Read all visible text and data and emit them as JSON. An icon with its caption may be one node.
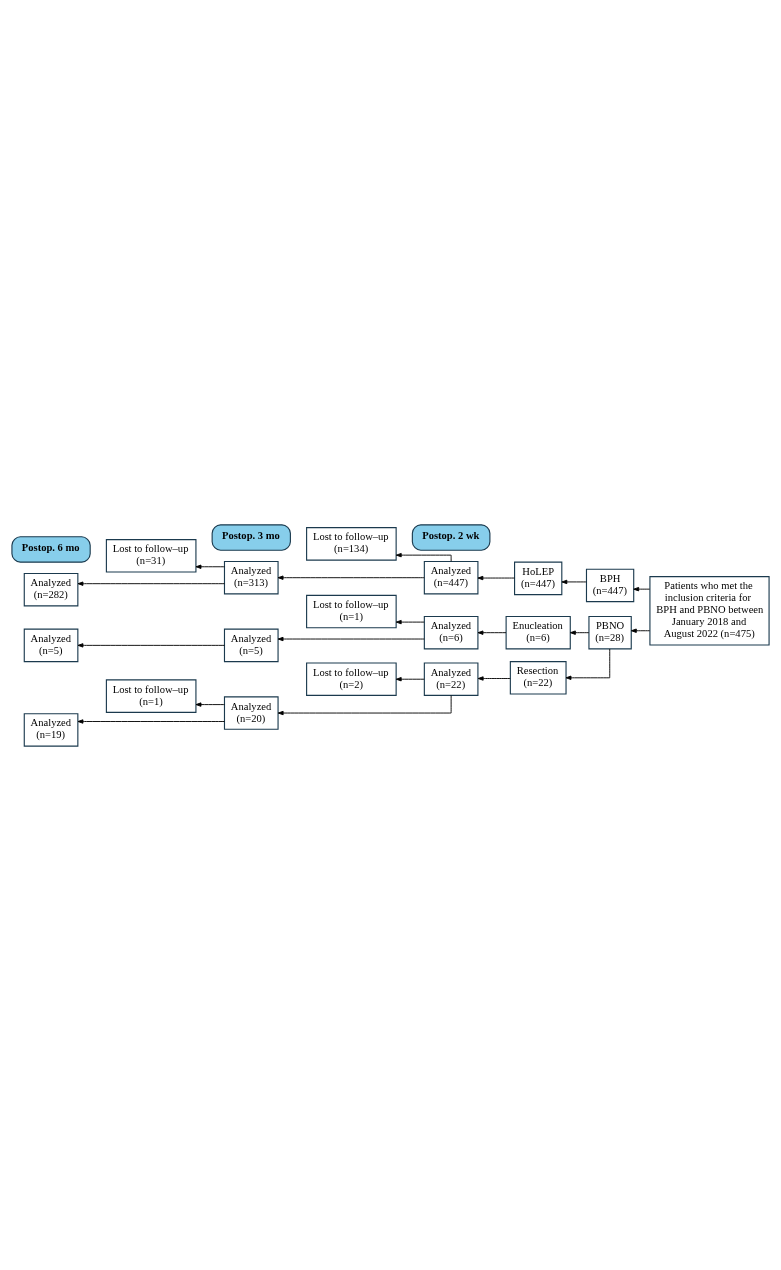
{
  "diagram": {
    "nodes": [
      {
        "text": [
          "Patients who met the inclusion criteria for BPH and PBNO between January 2018 and August 2022 (n=475)"
        ]
      },
      {
        "text": [
          "BPH (n=447)"
        ]
      },
      {
        "text": [
          "PBNO (n=28)"
        ]
      },
      {
        "text": [
          "HoLEP (n=447)"
        ]
      },
      {
        "text": [
          "Enucleation (n=6)"
        ]
      },
      {
        "text": [
          "Resection (n=22)"
        ]
      },
      {
        "text": [
          "Postop. 2 wk"
        ]
      },
      {
        "text": [
          "Analyzed (n=447)"
        ]
      },
      {
        "text": [
          "Analyzed (n=6)"
        ]
      },
      {
        "text": [
          "Analyzed (n=22)"
        ]
      },
      {
        "text": [
          "Lost to follow–up (n=134)"
        ]
      },
      {
        "text": [
          "Lost to follow–up (n=1)"
        ]
      },
      {
        "text": [
          "Lost to follow–up (n=2)"
        ]
      },
      {
        "text": [
          "Postop. 3 mo"
        ]
      },
      {
        "text": [
          "Analyzed (n=313)"
        ]
      },
      {
        "text": [
          "Analyzed (n=5)"
        ]
      },
      {
        "text": [
          "Analyzed (n=20)"
        ]
      },
      {
        "text": [
          "Lost to follow–up (n=31)"
        ]
      },
      {
        "text": [
          "Lost to follow–up (n=1)"
        ]
      },
      {
        "text": [
          "Postop. 6 mo"
        ]
      },
      {
        "text": [
          "Analyzed (n=282)"
        ]
      },
      {
        "text": [
          "Analyzed (n=5)"
        ]
      },
      {
        "text": [
          "Analyzed (n=19)"
        ]
      }
    ],
    "edges": [
      {
        "from": 0,
        "to": 1,
        "arrow": "to"
      },
      {
        "from": 0,
        "to": 2,
        "arrow": "to"
      },
      {
        "from": 1,
        "to": 3,
        "arrow": "to"
      },
      {
        "from": 2,
        "to": 4,
        "arrow": "to"
      },
      {
        "from": 2,
        "to": 5,
        "arrow": "to"
      },
      {
        "from": 3,
        "to": 7,
        "arrow": "to"
      },
      {
        "from": 4,
        "to": 8,
        "arrow": "to"
      },
      {
        "from": 5,
        "to": 9,
        "arrow": "to"
      },
      {
        "from": 7,
        "to": 14,
        "arrow": "to"
      },
      {
        "from": 7,
        "to": 10,
        "arrow": "to"
      },
      {
        "from": 8,
        "to": 15,
        "arrow": "to"
      },
      {
        "from": 8,
        "to": 11,
        "arrow": "to"
      },
      {
        "from": 9,
        "to": 16,
        "arrow": "to"
      },
      {
        "from": 9,
        "to": 12,
        "arrow": "to"
      },
      {
        "from": 14,
        "to": 20,
        "arrow": "to"
      },
      {
        "from": 14,
        "to": 17,
        "arrow": "to"
      },
      {
        "from": 15,
        "to": 21,
        "arrow": "to"
      },
      {
        "from": 16,
        "to": 22,
        "arrow": "to"
      },
      {
        "from": 16,
        "to": 18,
        "arrow": "to"
      }
    ]
  }
}
